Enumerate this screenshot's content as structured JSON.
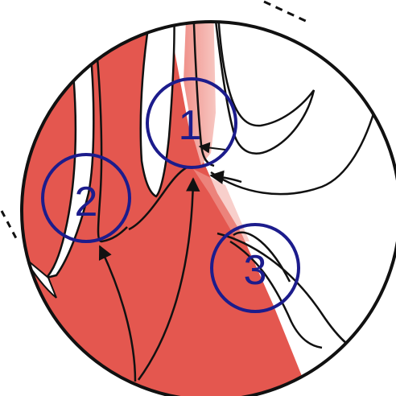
{
  "colors": {
    "tissue_red": "#e4574f",
    "tissue_pink": "#f1a09a",
    "outline": "#111111",
    "callout_blue": "#1c1c8c",
    "background": "#ffffff"
  },
  "callouts": [
    {
      "label": "1"
    },
    {
      "label": "2"
    },
    {
      "label": "3"
    }
  ]
}
